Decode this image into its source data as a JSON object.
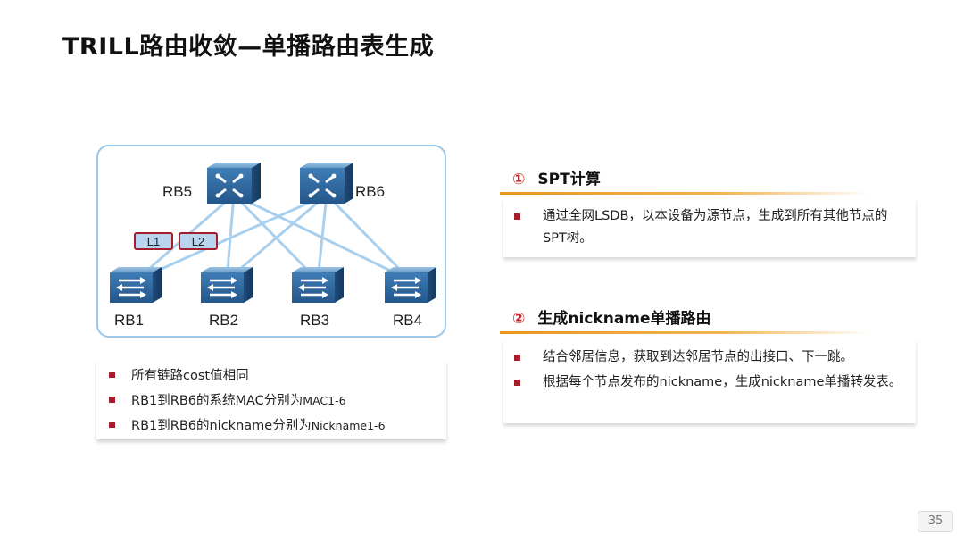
{
  "title": "TRILL路由收敛—单播路由表生成",
  "topology": {
    "devices": [
      {
        "id": "RB5",
        "label": "RB5",
        "kind": "core"
      },
      {
        "id": "RB6",
        "label": "RB6",
        "kind": "core"
      },
      {
        "id": "RB1",
        "label": "RB1",
        "kind": "access"
      },
      {
        "id": "RB2",
        "label": "RB2",
        "kind": "access"
      },
      {
        "id": "RB3",
        "label": "RB3",
        "kind": "access"
      },
      {
        "id": "RB4",
        "label": "RB4",
        "kind": "access"
      }
    ],
    "link_tags": [
      "L1",
      "L2"
    ],
    "link_color": "#a8d0ee",
    "tag_border_color": "#a31d2a"
  },
  "notes": [
    {
      "text": "所有链路cost值相同"
    },
    {
      "text": "RB1到RB6的系统MAC分别为",
      "small": "MAC1-6"
    },
    {
      "text": "RB1到RB6的nickname分别为",
      "small": "Nickname1-6"
    }
  ],
  "sections": [
    {
      "number": "①",
      "heading": "SPT计算",
      "items": [
        "通过全网LSDB，以本设备为源节点，生成到所有其他节点的SPT树。"
      ]
    },
    {
      "number": "②",
      "heading": "生成nickname单播路由",
      "items": [
        "结合邻居信息，获取到达邻居节点的出接口、下一跳。",
        "根据每个节点发布的nickname，生成nickname单播转发表。"
      ]
    }
  ],
  "page_number": "35",
  "colors": {
    "accent_red": "#a31d2a",
    "accent_orange": "#e8961e",
    "device_blue": "#2e6aa0"
  }
}
